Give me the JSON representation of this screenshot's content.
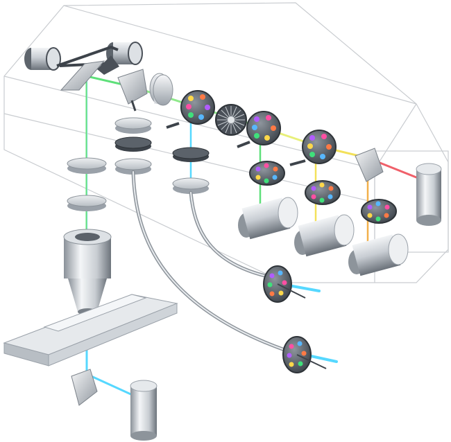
{
  "diagram": {
    "kind": "optical-path-illustration",
    "colors": {
      "background": "#ffffff",
      "housing_outline": "#c9ccd0",
      "metal_light": "#f2f4f6",
      "metal_mid": "#c3c8ce",
      "metal_dark": "#6e757d",
      "plate_dark": "#4a5058",
      "beam_green": "#5ee07a",
      "beam_cyan": "#56d8ff",
      "beam_yellow": "#f3e15a",
      "beam_red": "#f0606a",
      "beam_orange": "#f2b04a",
      "beam_white_blue": "#bfe8ff",
      "filter_colors": [
        "#b15cff",
        "#57b7ff",
        "#3fe07b",
        "#ffd84a",
        "#ff7a45",
        "#ff4fa3"
      ]
    },
    "components": [
      "galvo-scanner",
      "scan-mirror",
      "dichroic-mirror",
      "pinhole-lens",
      "filter-wheel",
      "grating-wheel",
      "relay-lens",
      "objective",
      "specimen-stage",
      "photomultiplier-detector",
      "optical-fiber",
      "fiber-coupler"
    ]
  }
}
